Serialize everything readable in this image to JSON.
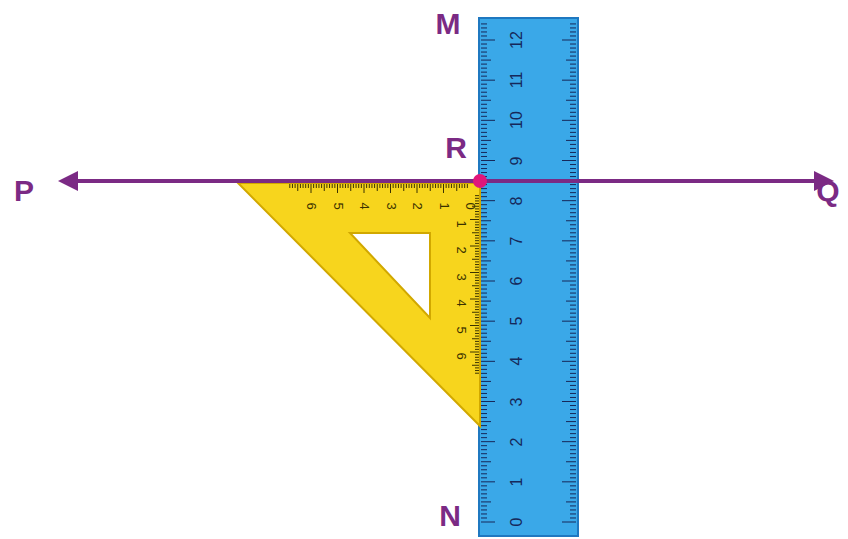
{
  "diagram": {
    "labels": [
      "M",
      "R",
      "P",
      "Q",
      "12",
      "11",
      "10",
      "9",
      "8",
      "7",
      "6",
      "5",
      "4",
      "3",
      "2",
      "1",
      "0",
      "6",
      "5",
      "4",
      "3",
      "2",
      "1",
      "0",
      "1",
      "2",
      "3",
      "4",
      "5",
      "6",
      "N"
    ]
  }
}
